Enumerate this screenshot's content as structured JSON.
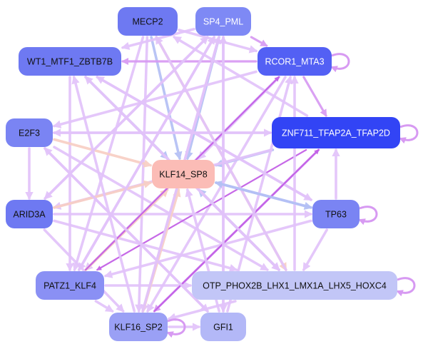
{
  "colors": {
    "edge_light": "#e2c3fa",
    "edge_mid": "#d79af2",
    "edge_strong": "#c25de6",
    "edge_blue": "#b4c0f5",
    "edge_peach": "#f8cfc4",
    "node_dark": "#3244f5",
    "node_blue": "#6e79f2",
    "node_mid": "#8a90f4",
    "node_light": "#a6acf6",
    "node_pale": "#c2c6f7",
    "node_hub": "#fbbcb6"
  },
  "nodes": [
    {
      "id": "mecp2",
      "label": "MECP2",
      "fill": "#6e79f2",
      "text": "#111111",
      "hub": false
    },
    {
      "id": "sp4_pml",
      "label": "SP4_PML",
      "fill": "#7e89f5",
      "text": "#ffffff",
      "hub": false
    },
    {
      "id": "wt1",
      "label": "WT1_MTF1_ZBTB7B",
      "fill": "#6e79f2",
      "text": "#111111",
      "hub": false
    },
    {
      "id": "rcor1",
      "label": "RCOR1_MTA3",
      "fill": "#5360f4",
      "text": "#ffffff",
      "hub": false
    },
    {
      "id": "e2f3",
      "label": "E2F3",
      "fill": "#7a84f3",
      "text": "#111111",
      "hub": false
    },
    {
      "id": "znf711",
      "label": "ZNF711_TFAP2A_TFAP2D",
      "fill": "#3244f5",
      "text": "#ffffff",
      "hub": false
    },
    {
      "id": "klf14",
      "label": "KLF14_SP8",
      "fill": "#fbbcb6",
      "text": "#111111",
      "hub": true
    },
    {
      "id": "arid3a",
      "label": "ARID3A",
      "fill": "#6e79f2",
      "text": "#111111",
      "hub": false
    },
    {
      "id": "tp63",
      "label": "TP63",
      "fill": "#7a84f3",
      "text": "#111111",
      "hub": false
    },
    {
      "id": "patz1",
      "label": "PATZ1_KLF4",
      "fill": "#8a90f4",
      "text": "#111111",
      "hub": false
    },
    {
      "id": "otp",
      "label": "OTP_PHOX2B_LHX1_LMX1A_LHX5_HOXC4",
      "fill": "#c2c6f7",
      "text": "#111111",
      "hub": false
    },
    {
      "id": "klf16",
      "label": "KLF16_SP2",
      "fill": "#9aa0f5",
      "text": "#111111",
      "hub": false
    },
    {
      "id": "gfi1",
      "label": "GFI1",
      "fill": "#b3b8f7",
      "text": "#111111",
      "hub": false
    }
  ],
  "edges": [
    {
      "from": "mecp2",
      "to": "klf14",
      "color": "edge_blue"
    },
    {
      "from": "mecp2",
      "to": "otp",
      "color": "edge_peach"
    },
    {
      "from": "mecp2",
      "to": "patz1",
      "color": "edge_light"
    },
    {
      "from": "mecp2",
      "to": "rcor1",
      "color": "edge_light"
    },
    {
      "from": "mecp2",
      "to": "klf16",
      "color": "edge_light"
    },
    {
      "from": "sp4_pml",
      "to": "klf14",
      "color": "edge_blue"
    },
    {
      "from": "sp4_pml",
      "to": "wt1",
      "color": "edge_light"
    },
    {
      "from": "sp4_pml",
      "to": "arid3a",
      "color": "edge_light"
    },
    {
      "from": "sp4_pml",
      "to": "gfi1",
      "color": "edge_light"
    },
    {
      "from": "sp4_pml",
      "to": "patz1",
      "color": "edge_light"
    },
    {
      "from": "sp4_pml",
      "to": "rcor1",
      "color": "edge_mid"
    },
    {
      "from": "sp4_pml",
      "to": "klf16",
      "color": "edge_light"
    },
    {
      "from": "wt1",
      "to": "klf14",
      "color": "edge_blue"
    },
    {
      "from": "wt1",
      "to": "otp",
      "color": "edge_light"
    },
    {
      "from": "wt1",
      "to": "patz1",
      "color": "edge_light"
    },
    {
      "from": "wt1",
      "to": "tp63",
      "color": "edge_light"
    },
    {
      "from": "rcor1",
      "to": "wt1",
      "color": "edge_mid"
    },
    {
      "from": "rcor1",
      "to": "klf14",
      "color": "edge_light"
    },
    {
      "from": "rcor1",
      "to": "znf711",
      "color": "edge_mid"
    },
    {
      "from": "rcor1",
      "to": "patz1",
      "color": "edge_light"
    },
    {
      "from": "rcor1",
      "to": "e2f3",
      "color": "edge_light"
    },
    {
      "from": "rcor1",
      "to": "klf16",
      "color": "edge_light"
    },
    {
      "from": "e2f3",
      "to": "klf14",
      "color": "edge_peach"
    },
    {
      "from": "e2f3",
      "to": "arid3a",
      "color": "edge_light"
    },
    {
      "from": "e2f3",
      "to": "otp",
      "color": "edge_light"
    },
    {
      "from": "e2f3",
      "to": "znf711",
      "color": "edge_light"
    },
    {
      "from": "e2f3",
      "to": "gfi1",
      "color": "edge_light"
    },
    {
      "from": "znf711",
      "to": "klf14",
      "color": "edge_blue"
    },
    {
      "from": "znf711",
      "to": "e2f3",
      "color": "edge_light"
    },
    {
      "from": "znf711",
      "to": "patz1",
      "color": "edge_strong"
    },
    {
      "from": "znf711",
      "to": "klf16",
      "color": "edge_mid"
    },
    {
      "from": "znf711",
      "to": "arid3a",
      "color": "edge_light"
    },
    {
      "from": "znf711",
      "to": "mecp2",
      "color": "edge_light"
    },
    {
      "from": "arid3a",
      "to": "klf14",
      "color": "edge_peach"
    },
    {
      "from": "arid3a",
      "to": "tp63",
      "color": "edge_light"
    },
    {
      "from": "arid3a",
      "to": "otp",
      "color": "edge_light"
    },
    {
      "from": "arid3a",
      "to": "klf16",
      "color": "edge_light"
    },
    {
      "from": "arid3a",
      "to": "sp4_pml",
      "color": "edge_light"
    },
    {
      "from": "tp63",
      "to": "klf14",
      "color": "edge_blue"
    },
    {
      "from": "tp63",
      "to": "patz1",
      "color": "edge_light"
    },
    {
      "from": "tp63",
      "to": "otp",
      "color": "edge_light"
    },
    {
      "from": "tp63",
      "to": "znf711",
      "color": "edge_light"
    },
    {
      "from": "tp63",
      "to": "wt1",
      "color": "edge_light"
    },
    {
      "from": "patz1",
      "to": "klf14",
      "color": "edge_peach"
    },
    {
      "from": "patz1",
      "to": "otp",
      "color": "edge_light"
    },
    {
      "from": "patz1",
      "to": "klf16",
      "color": "edge_light"
    },
    {
      "from": "patz1",
      "to": "rcor1",
      "color": "edge_strong"
    },
    {
      "from": "patz1",
      "to": "sp4_pml",
      "color": "edge_light"
    },
    {
      "from": "otp",
      "to": "klf14",
      "color": "edge_blue"
    },
    {
      "from": "otp",
      "to": "rcor1",
      "color": "edge_light"
    },
    {
      "from": "otp",
      "to": "wt1",
      "color": "edge_light"
    },
    {
      "from": "otp",
      "to": "mecp2",
      "color": "edge_light"
    },
    {
      "from": "otp",
      "to": "klf16",
      "color": "edge_light"
    },
    {
      "from": "klf16",
      "to": "klf14",
      "color": "edge_peach"
    },
    {
      "from": "klf16",
      "to": "gfi1",
      "color": "edge_light"
    },
    {
      "from": "klf16",
      "to": "znf711",
      "color": "edge_strong"
    },
    {
      "from": "klf16",
      "to": "sp4_pml",
      "color": "edge_light"
    },
    {
      "from": "klf16",
      "to": "wt1",
      "color": "edge_light"
    },
    {
      "from": "gfi1",
      "to": "klf14",
      "color": "edge_light"
    },
    {
      "from": "gfi1",
      "to": "rcor1",
      "color": "edge_light"
    },
    {
      "from": "gfi1",
      "to": "e2f3",
      "color": "edge_light"
    },
    {
      "from": "gfi1",
      "to": "sp4_pml",
      "color": "edge_light"
    },
    {
      "from": "klf14",
      "to": "otp",
      "color": "edge_light"
    },
    {
      "from": "klf14",
      "to": "tp63",
      "color": "edge_blue"
    }
  ],
  "self_loops": [
    "rcor1",
    "znf711",
    "tp63",
    "otp",
    "klf16"
  ]
}
